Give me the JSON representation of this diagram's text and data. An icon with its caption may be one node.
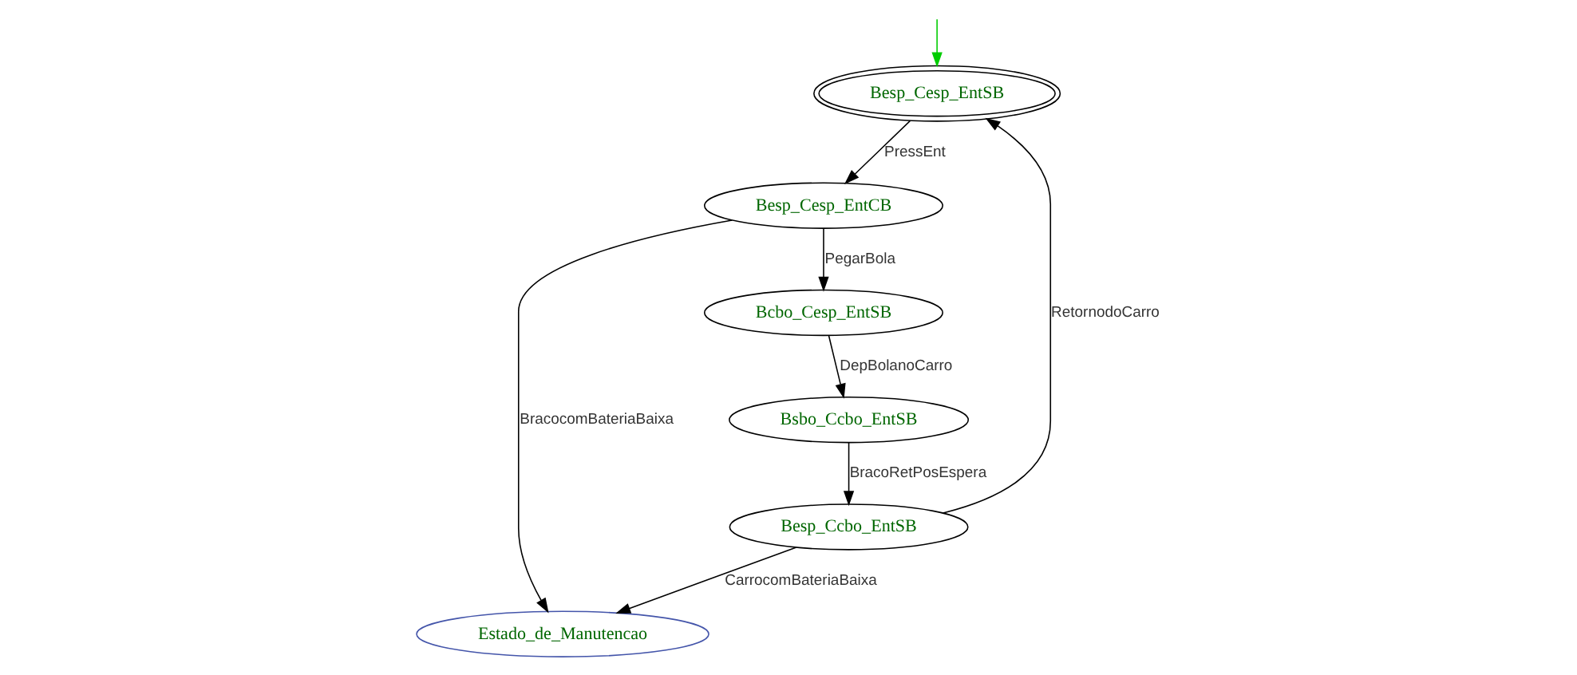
{
  "diagram": {
    "nodes": [
      {
        "text": [
          "Besp_Cesp_EntSB"
        ]
      },
      {
        "text": [
          "Besp_Cesp_EntCB"
        ]
      },
      {
        "text": [
          "Estado_de_Manutencao"
        ]
      },
      {
        "text": [
          "Bcbo_Cesp_EntSB"
        ]
      },
      {
        "text": [
          "Besp_Ccbo_EntSB"
        ]
      },
      {
        "text": [
          "Bsbo_Ccbo_EntSB"
        ]
      }
    ],
    "edges": [
      {
        "from": null,
        "to": 0,
        "arrow": "to",
        "color": "#00cc00"
      },
      {
        "from": 0,
        "to": 1,
        "arrow": "to",
        "label": "PressEnt"
      },
      {
        "from": 1,
        "to": 2,
        "arrow": "to",
        "label": "BracocomBateriaBaixa"
      },
      {
        "from": 1,
        "to": 3,
        "arrow": "to",
        "label": "PegarBola"
      },
      {
        "from": 3,
        "to": 5,
        "arrow": "to",
        "label": "DepBolanoCarro"
      },
      {
        "from": 5,
        "to": 4,
        "arrow": "to",
        "label": "BracoRetPosEspera"
      },
      {
        "from": 4,
        "to": 2,
        "arrow": "to",
        "label": "CarrocomBateriaBaixa"
      },
      {
        "from": 4,
        "to": 0,
        "arrow": "to",
        "label": "RetornodoCarro"
      }
    ]
  }
}
